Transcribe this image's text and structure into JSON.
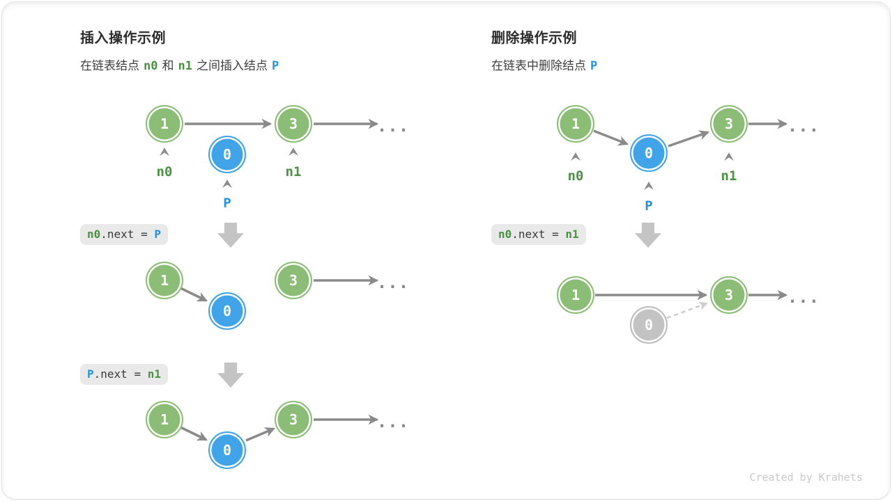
{
  "insert_panel": {
    "title": "插入操作示例",
    "subtitle": {
      "t1": "在链表结点",
      "n0": "n0",
      "t2": "和",
      "n1": "n1",
      "t3": "之间插入结点",
      "p": "P"
    },
    "code_step1": {
      "a": "n0",
      "b": ".next = ",
      "c": "P"
    },
    "code_step2": {
      "a": "P",
      "b": ".next = ",
      "c": "n1"
    },
    "labels": {
      "n0": "n0",
      "n1": "n1",
      "p": "P"
    },
    "ellipsis": "..."
  },
  "delete_panel": {
    "title": "删除操作示例",
    "subtitle": {
      "t1": "在链表中删除结点",
      "p": "P"
    },
    "code_step1": {
      "a": "n0",
      "b": ".next = ",
      "c": "n1"
    },
    "labels": {
      "n0": "n0",
      "n1": "n1",
      "p": "P"
    },
    "ellipsis": "..."
  },
  "nodes": {
    "one": "1",
    "three": "3",
    "zero": "0"
  },
  "footer": "Created by Krahets",
  "colors": {
    "green": "#4a9142",
    "blue": "#2492dd",
    "node_green": "#8cbd77",
    "node_blue": "#41a4e8",
    "node_gray": "#c3c3c3",
    "arrow": "#8a8a8a"
  }
}
